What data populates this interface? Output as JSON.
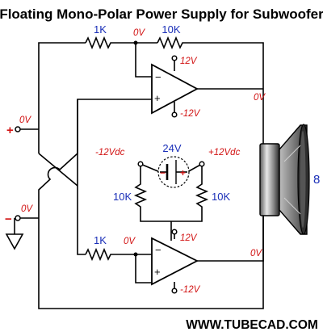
{
  "title": "Floating Mono-Polar Power Supply for Subwoofer",
  "top_amp": {
    "input_resistor": "1K",
    "feedback_resistor": "10K",
    "node_voltage": "0V",
    "pos_supply": "12V",
    "neg_supply": "-12V",
    "minus_sign": "−",
    "plus_sign": "+",
    "output_voltage": "0V"
  },
  "bottom_amp": {
    "input_resistor": "1K",
    "node_voltage": "0V",
    "pos_supply": "12V",
    "neg_supply": "-12V",
    "minus_sign": "−",
    "plus_sign": "+",
    "output_voltage": "0V"
  },
  "input": {
    "plus_sign": "+",
    "plus_voltage": "0V",
    "minus_sign": "−",
    "minus_voltage": "0V"
  },
  "supply": {
    "battery_label": "24V",
    "neg_label": "-12Vdc",
    "pos_label": "+12Vdc",
    "left_resistor": "10K",
    "right_resistor": "10K",
    "neg_terminal_sign": "−",
    "pos_terminal_sign": "+"
  },
  "speaker": {
    "impedance": "8"
  },
  "footer": "WWW.TUBECAD.COM",
  "colors": {
    "resistor_label": "#1a2fb8",
    "voltage_label": "#d21414",
    "wire": "#000000"
  }
}
